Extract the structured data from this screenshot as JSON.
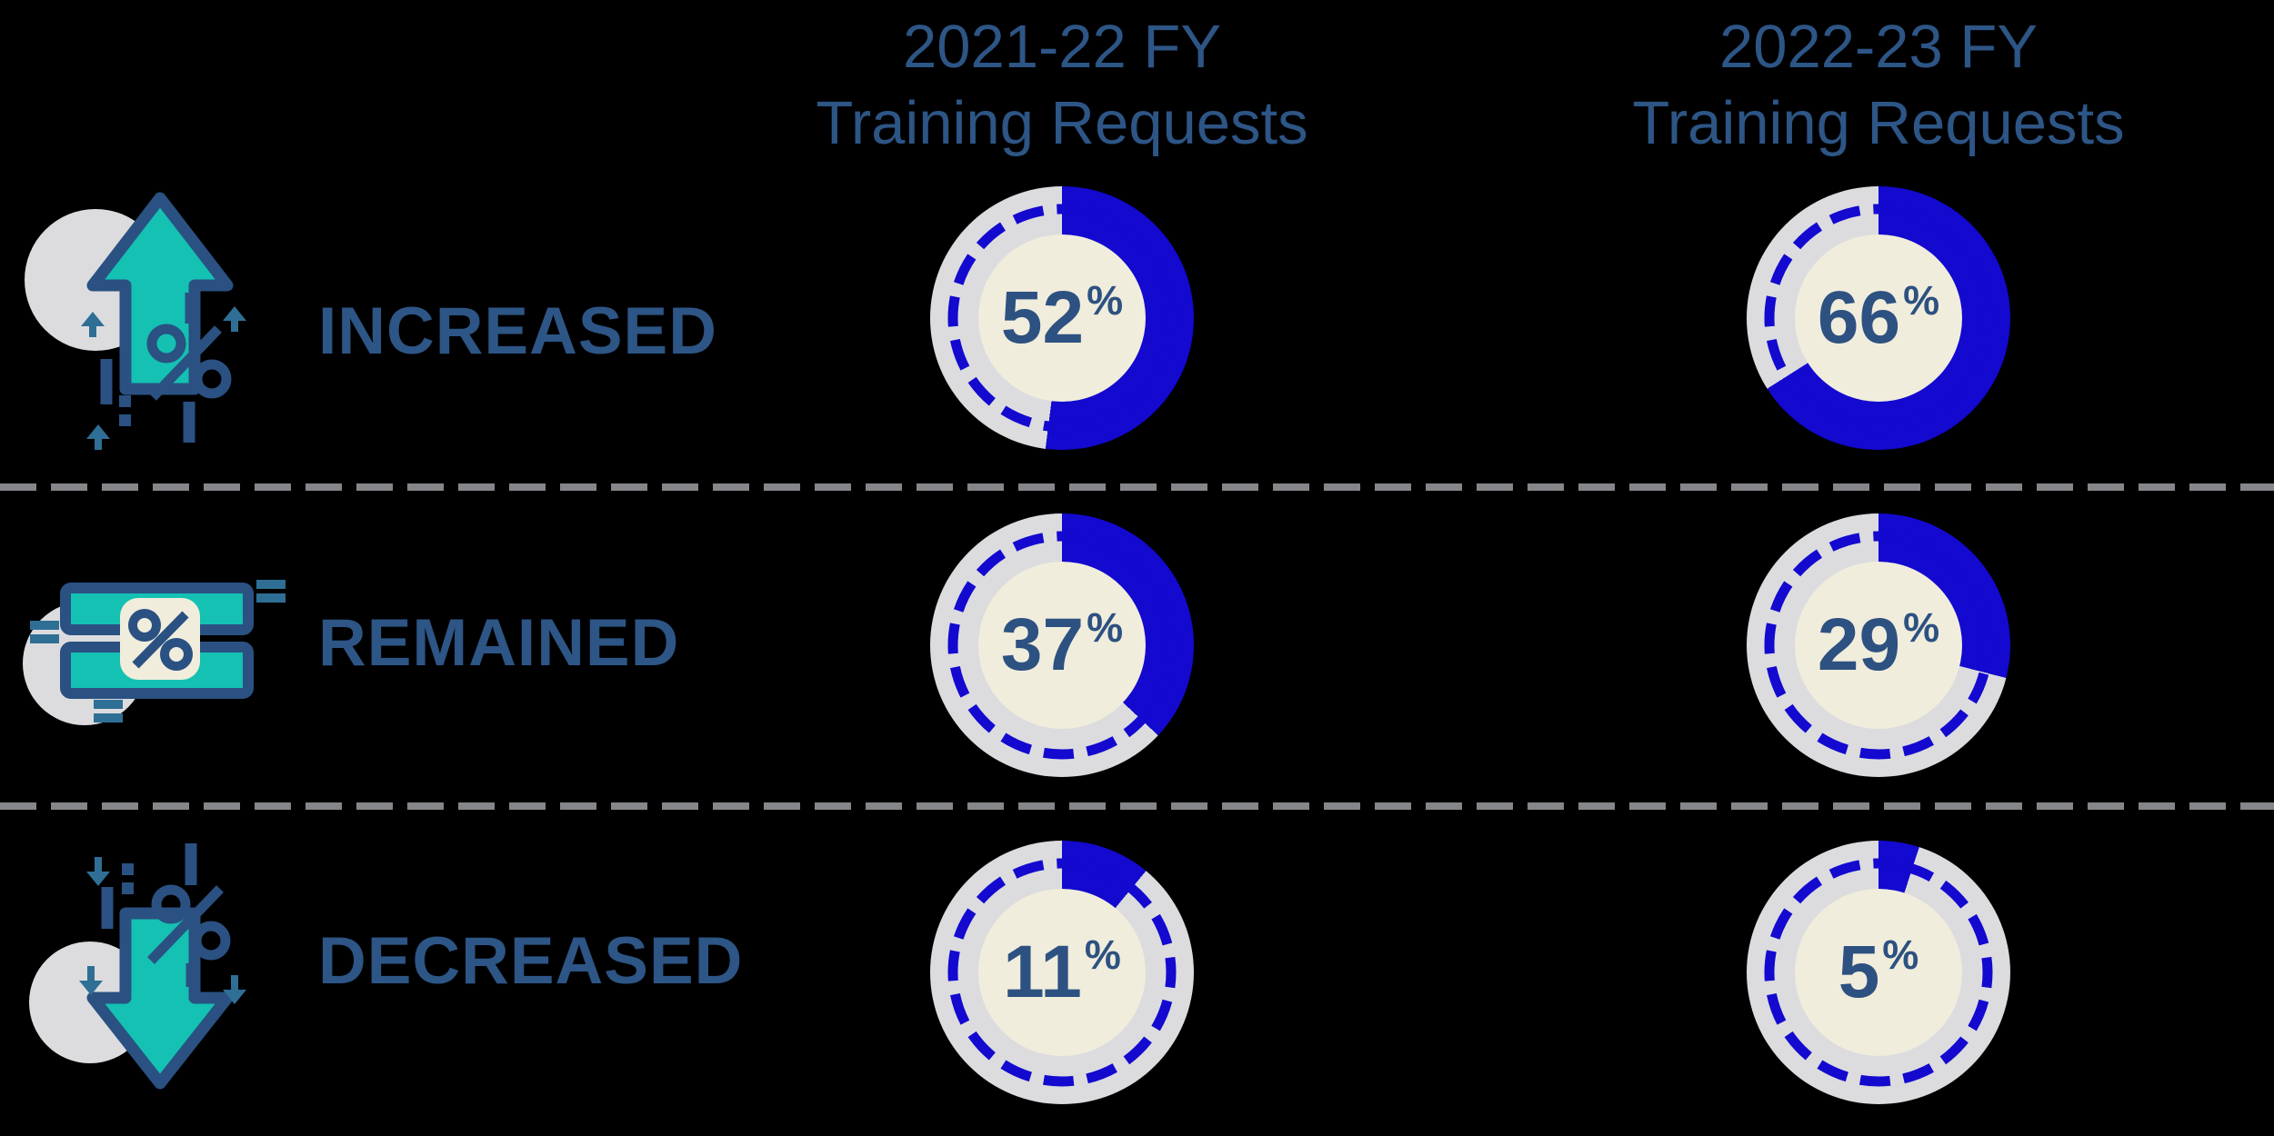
{
  "page": {
    "background": "#000000"
  },
  "columns": [
    {
      "title_line1": "2021-22 FY",
      "title_line2": "Training Requests"
    },
    {
      "title_line1": "2022-23 FY",
      "title_line2": "Training Requests"
    }
  ],
  "rows": [
    {
      "label": "INCREASED",
      "icon": "increase-arrow-percent-icon",
      "values": [
        {
          "number": "52",
          "unit": "%"
        },
        {
          "number": "66",
          "unit": "%"
        }
      ]
    },
    {
      "label": "REMAINED",
      "icon": "equal-bars-percent-icon",
      "values": [
        {
          "number": "37",
          "unit": "%"
        },
        {
          "number": "29",
          "unit": "%"
        }
      ]
    },
    {
      "label": "DECREASED",
      "icon": "decrease-arrow-percent-icon",
      "values": [
        {
          "number": "11",
          "unit": "%"
        },
        {
          "number": "5",
          "unit": "%"
        }
      ]
    }
  ],
  "theme": {
    "header_text": "#2d5585",
    "label_text": "#2d5585",
    "value_text": "#2d5181",
    "donut_fill": "#1309cf",
    "donut_track": "#dcdcdf",
    "donut_center": "#f0eddc",
    "dashed_ring": "#1309cf",
    "separator": "#85868a",
    "icon_teal": "#14c1b2",
    "icon_navy": "#2a5182",
    "icon_steel": "#2f6f95",
    "icon_gray": "#dcdcdf"
  },
  "chart_data": {
    "type": "pie",
    "subtype": "donut-grid",
    "unit": "%",
    "categories": [
      "Increased",
      "Remained",
      "Decreased"
    ],
    "series": [
      {
        "name": "2021-22 FY Training Requests",
        "values": [
          52,
          37,
          11
        ]
      },
      {
        "name": "2022-23 FY Training Requests",
        "values": [
          66,
          29,
          5
        ]
      }
    ],
    "notes": "Each donut fills clockwise from 12 o'clock with solid blue; remainder is a light gray track containing a dashed blue inner ring; percentage label sits in a cream center circle."
  }
}
